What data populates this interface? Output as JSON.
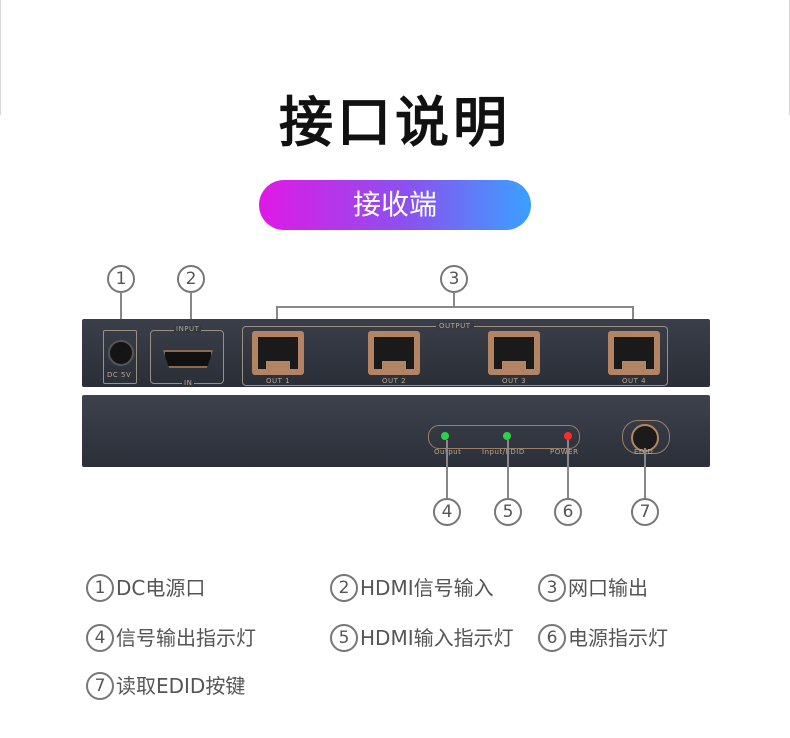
{
  "header": {
    "title": "接口说明"
  },
  "section": {
    "pill_label": "接收端"
  },
  "callouts": [
    "1",
    "2",
    "3",
    "4",
    "5",
    "6",
    "7"
  ],
  "device": {
    "dc_label": "DC 5V",
    "input_top": "INPUT",
    "input_bottom": "IN",
    "output_top": "OUTPUT",
    "ports": [
      "OUT 1",
      "OUT 2",
      "OUT 3",
      "OUT 4"
    ],
    "led_labels": [
      "Output",
      "Input/EDID",
      "POWER"
    ],
    "edid_label": "EDID"
  },
  "legend": [
    {
      "num": "1",
      "text": "DC电源口"
    },
    {
      "num": "2",
      "text": "HDMI信号输入"
    },
    {
      "num": "3",
      "text": "网口输出"
    },
    {
      "num": "4",
      "text": "信号输出指示灯"
    },
    {
      "num": "5",
      "text": "HDMI输入指示灯"
    },
    {
      "num": "6",
      "text": "电源指示灯"
    },
    {
      "num": "7",
      "text": "读取EDID按键"
    }
  ],
  "colors": {
    "pill_start": "#e019e6",
    "pill_end": "#3aa0ff",
    "led_green": "#2bd24a",
    "led_red": "#ff2a2a",
    "port_copper": "#b38463"
  }
}
